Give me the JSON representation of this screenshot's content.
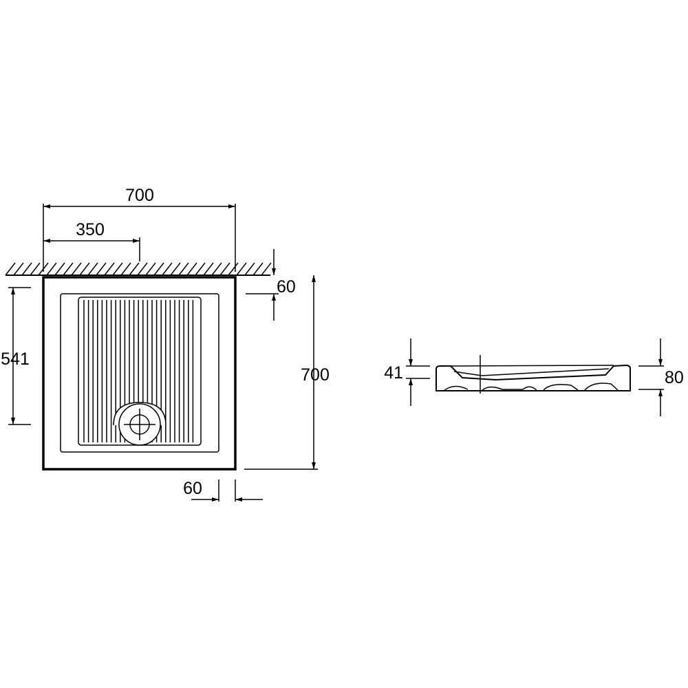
{
  "drawing": {
    "colors": {
      "line": "#000000",
      "background": "#ffffff"
    },
    "plan_view": {
      "width_label": "700",
      "drain_offset_label": "350",
      "wall_gap_label": "60",
      "depth_label": "700",
      "ribbed_area_label": "541",
      "side_gap_label": "60"
    },
    "side_view": {
      "inner_height_label": "41",
      "total_height_label": "80"
    }
  }
}
